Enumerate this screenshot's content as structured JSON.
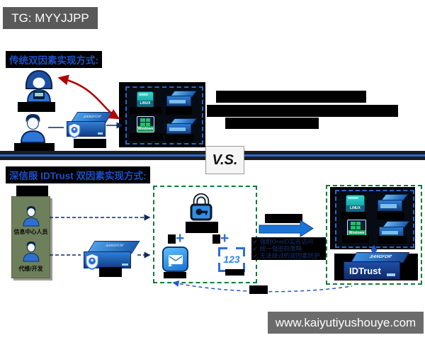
{
  "meta": {
    "tg_badge": "TG: MYYJJPP",
    "site_badge": "www.kaiyutiyushouye.com"
  },
  "vs_label": "V.S.",
  "os": {
    "linux": "LINUX",
    "windows": "Windows"
  },
  "brand": "SANGFOR",
  "traditional": {
    "title": "传统双因素实现方式:"
  },
  "idtrust": {
    "title": "深信服 IDTrust 双因素实现方式:",
    "users": [
      {
        "label": "信息中心人员"
      },
      {
        "label": "代维/开发"
      }
    ],
    "appliance_label": "IDTrust",
    "otp_text": "123",
    "plus": "+",
    "check": "✓",
    "benefits": [
      {
        "text": "强制OneID实名访问"
      },
      {
        "text": "统一强密码策略"
      },
      {
        "text": "无法绕过的双因素防护"
      }
    ]
  },
  "colors": {
    "accent_blue": "#1b50c8",
    "dashed_blue": "#2a66cc",
    "dashed_green": "#0e7d33",
    "alert_red": "#b00000",
    "badge_gray": "#595959"
  }
}
